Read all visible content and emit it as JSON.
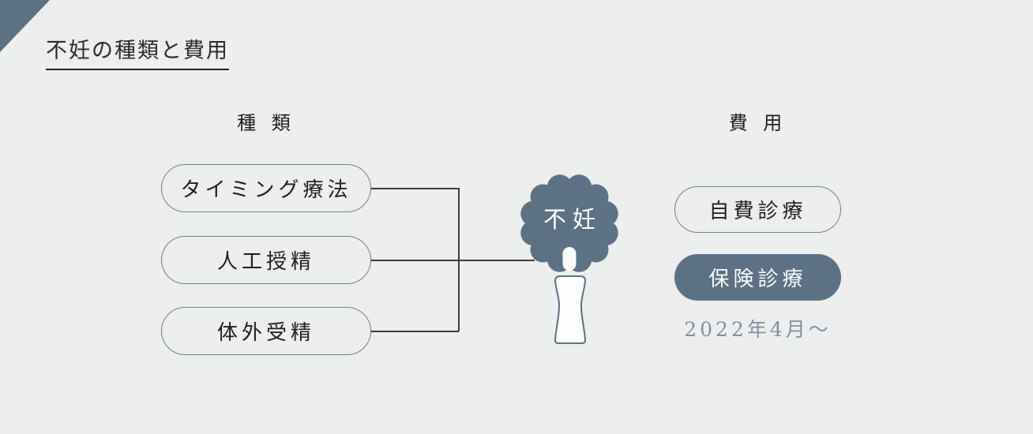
{
  "title": "不妊の種類と費用",
  "type_section": {
    "header": "種 類",
    "items": [
      {
        "label": "タイミング療法"
      },
      {
        "label": "人工授精"
      },
      {
        "label": "体外受精"
      }
    ]
  },
  "center_badge": {
    "label": "不妊"
  },
  "cost_section": {
    "header": "費 用",
    "items": [
      {
        "label": "自費診療",
        "variant": "outline"
      },
      {
        "label": "保険診療",
        "variant": "filled"
      }
    ],
    "note": "2022年4月〜"
  },
  "colors": {
    "background": "#edeeee",
    "accent_slate": "#5c7183",
    "pill_border": "#6e7f8d",
    "connector_line": "#3c3c3c",
    "text_dark": "#2b2b2b",
    "note_text": "#7e91a1",
    "white": "#fdfdfd"
  }
}
